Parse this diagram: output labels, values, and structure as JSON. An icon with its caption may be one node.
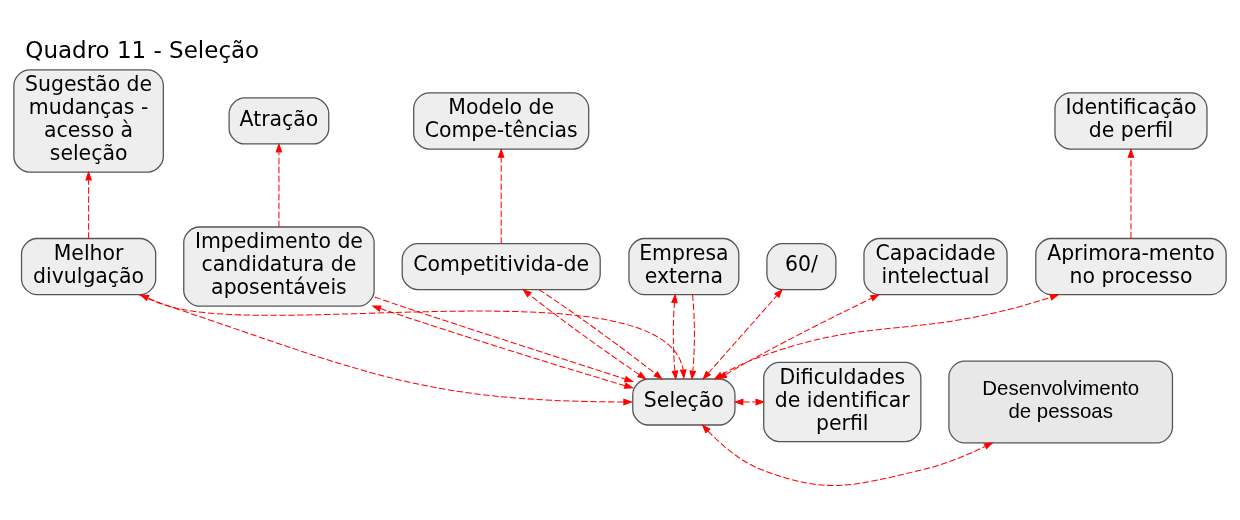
{
  "diagram": {
    "title": "Quadro 11 - Seleção",
    "nodes": [
      {
        "text": [
          "Sugestão de mudanças - acesso à seleção"
        ]
      },
      {
        "text": [
          "60/"
        ]
      },
      {
        "text": [
          "Identificação de perfil"
        ]
      },
      {
        "text": [
          "Capacidade intelectual"
        ]
      },
      {
        "text": [
          "Atração"
        ]
      },
      {
        "text": [
          "Aprimora-mento no processo"
        ]
      },
      {
        "text": [
          "Melhor divulgação"
        ]
      },
      {
        "text": [
          "Impedimento de candidatura de aposentáveis"
        ]
      },
      {
        "text": [
          "Modelo de Compe-tências"
        ]
      },
      {
        "text": [
          "Competitivida-de"
        ]
      },
      {
        "text": [
          "Empresa externa"
        ]
      },
      {
        "text": [
          "Desenvolvimento de pessoas"
        ]
      },
      {
        "text": [
          "Seleção"
        ]
      },
      {
        "text": [
          "Dificuldades de identificar perfil"
        ]
      }
    ],
    "edges": [
      {
        "from": 6,
        "to": 0,
        "arrow": "to",
        "style": "dashed"
      },
      {
        "from": 12,
        "to": 1,
        "arrow": "both",
        "style": "dashed"
      },
      {
        "from": 5,
        "to": 2,
        "arrow": "to",
        "style": "dashed"
      },
      {
        "from": 12,
        "to": 3,
        "arrow": "both",
        "style": "dashed"
      },
      {
        "from": 7,
        "to": 4,
        "arrow": "to",
        "style": "dashed"
      },
      {
        "from": 9,
        "to": 8,
        "arrow": "to",
        "style": "dashed"
      },
      {
        "from": 6,
        "to": 12,
        "arrow": "to",
        "style": "dashed"
      },
      {
        "from": 12,
        "to": 6,
        "arrow": "both",
        "style": "dashed"
      },
      {
        "from": 9,
        "to": 12,
        "arrow": "to",
        "style": "dashed"
      },
      {
        "from": 12,
        "to": 9,
        "arrow": "both",
        "style": "dashed"
      },
      {
        "from": 12,
        "to": 5,
        "arrow": "both",
        "style": "dashed"
      },
      {
        "from": 10,
        "to": 12,
        "arrow": "to",
        "style": "dashed"
      },
      {
        "from": 12,
        "to": 10,
        "arrow": "both",
        "style": "dashed"
      },
      {
        "from": 7,
        "to": 12,
        "arrow": "to",
        "style": "dashed"
      },
      {
        "from": 12,
        "to": 7,
        "arrow": "both",
        "style": "dashed"
      },
      {
        "from": 12,
        "to": 11,
        "arrow": "both",
        "style": "dashed"
      },
      {
        "from": 12,
        "to": 13,
        "arrow": "both",
        "style": "dashed"
      }
    ]
  }
}
